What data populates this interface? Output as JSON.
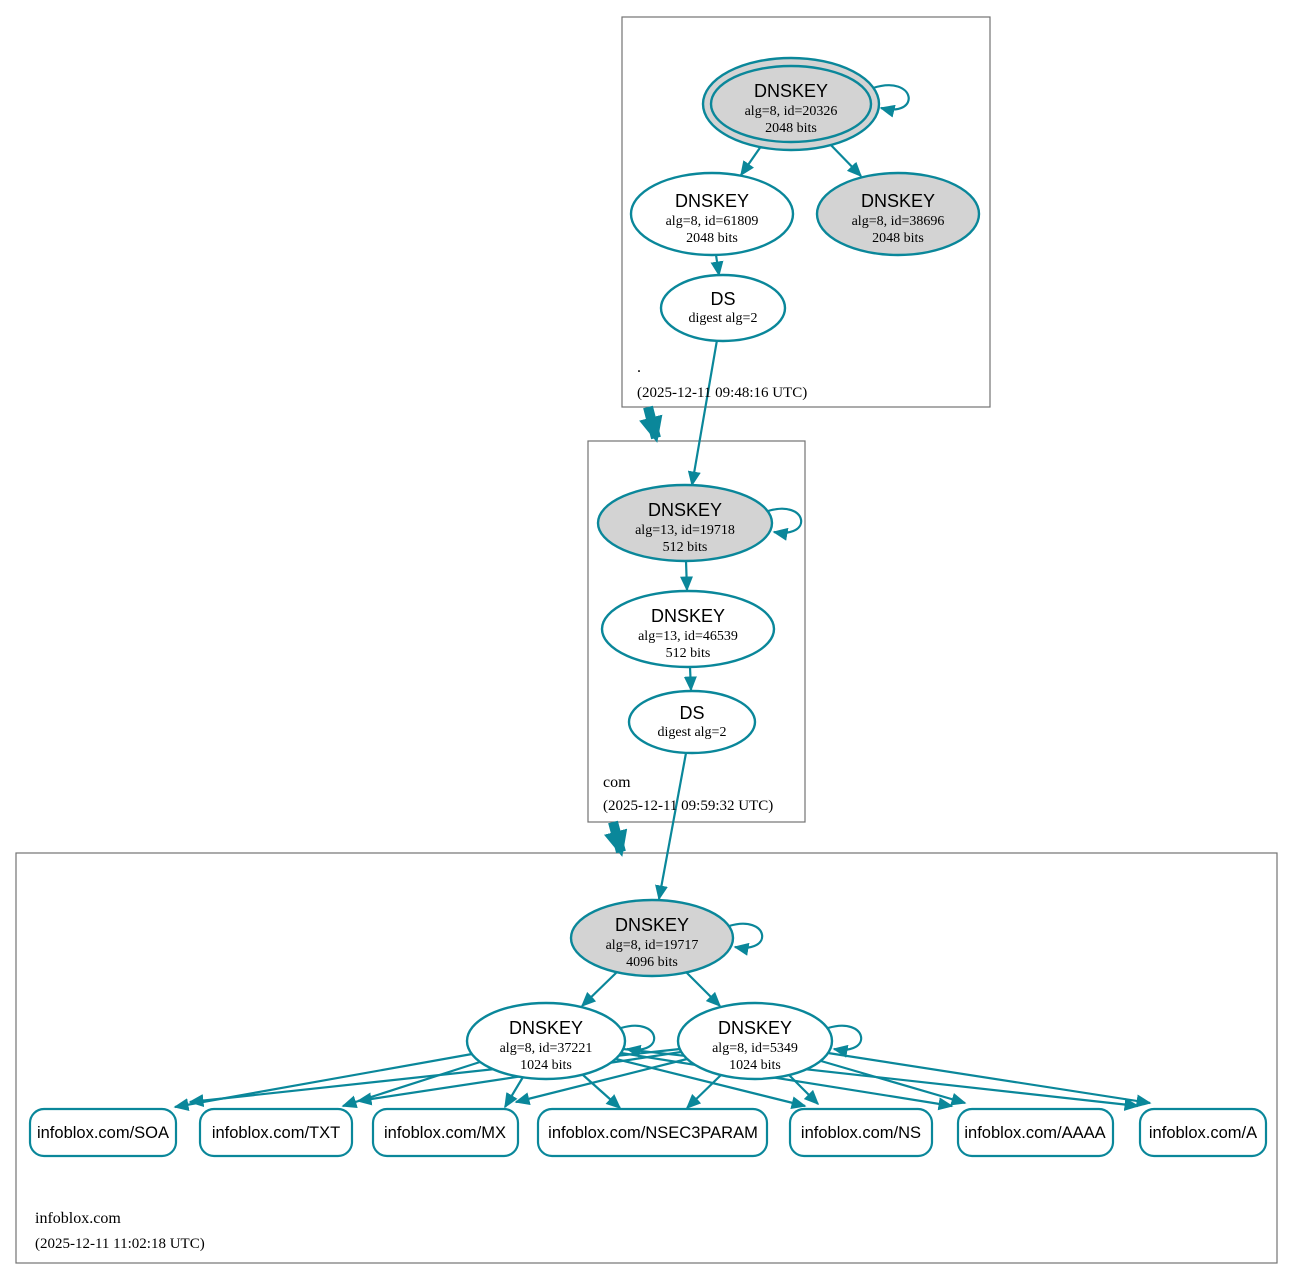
{
  "colors": {
    "secure_edge": "#0a879a",
    "sep_key_fill": "#d3d3d3",
    "node_fill": "#ffffff",
    "zone_box_border": "#737373",
    "text": "#000000"
  },
  "zones": [
    {
      "name": ".",
      "timestamp": "(2025-12-11 09:48:16 UTC)",
      "nodes": {
        "ksk": {
          "label": "DNSKEY",
          "alg": "alg=8, id=20326",
          "size": "2048 bits"
        },
        "zsk": {
          "label": "DNSKEY",
          "alg": "alg=8, id=61809",
          "size": "2048 bits"
        },
        "standby": {
          "label": "DNSKEY",
          "alg": "alg=8, id=38696",
          "size": "2048 bits"
        },
        "ds": {
          "label": "DS",
          "alg": "digest alg=2"
        }
      }
    },
    {
      "name": "com",
      "timestamp": "(2025-12-11 09:59:32 UTC)",
      "nodes": {
        "ksk": {
          "label": "DNSKEY",
          "alg": "alg=13, id=19718",
          "size": "512 bits"
        },
        "zsk": {
          "label": "DNSKEY",
          "alg": "alg=13, id=46539",
          "size": "512 bits"
        },
        "ds": {
          "label": "DS",
          "alg": "digest alg=2"
        }
      }
    },
    {
      "name": "infoblox.com",
      "timestamp": "(2025-12-11 11:02:18 UTC)",
      "nodes": {
        "ksk": {
          "label": "DNSKEY",
          "alg": "alg=8, id=19717",
          "size": "4096 bits"
        },
        "zsk1": {
          "label": "DNSKEY",
          "alg": "alg=8, id=37221",
          "size": "1024 bits"
        },
        "zsk2": {
          "label": "DNSKEY",
          "alg": "alg=8, id=5349",
          "size": "1024 bits"
        }
      },
      "rrsets": [
        {
          "label": "infoblox.com/SOA"
        },
        {
          "label": "infoblox.com/TXT"
        },
        {
          "label": "infoblox.com/MX"
        },
        {
          "label": "infoblox.com/NSEC3PARAM"
        },
        {
          "label": "infoblox.com/NS"
        },
        {
          "label": "infoblox.com/AAAA"
        },
        {
          "label": "infoblox.com/A"
        }
      ]
    }
  ]
}
